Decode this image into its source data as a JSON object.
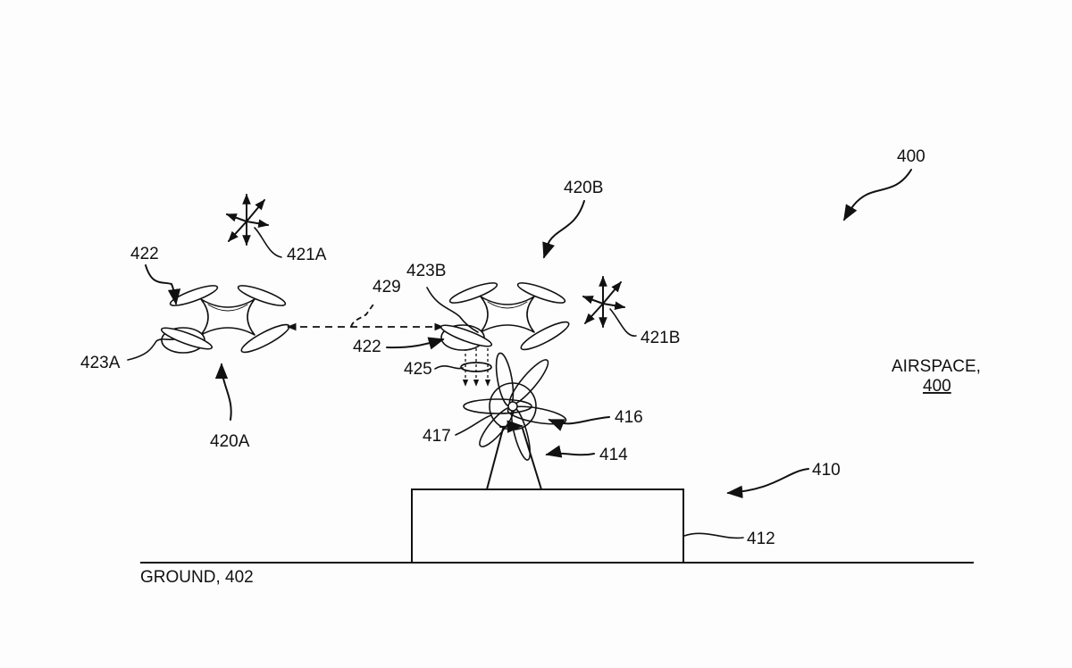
{
  "figure": {
    "system_ref": "400",
    "airspace": {
      "label": "AIRSPACE,",
      "ref": "400"
    },
    "ground": {
      "label": "GROUND, 402"
    },
    "labels": {
      "uav_a": "420A",
      "uav_b": "420B",
      "motion_a": "421A",
      "motion_b": "421B",
      "sensor_a_ref": "422",
      "sensor_b_ref": "422",
      "propulsion_a": "423A",
      "propulsion_b": "423B",
      "downwash": "425",
      "communication": "429",
      "station": "410",
      "base": "412",
      "tower": "414",
      "turbine_blades": "416",
      "hub": "417"
    }
  }
}
